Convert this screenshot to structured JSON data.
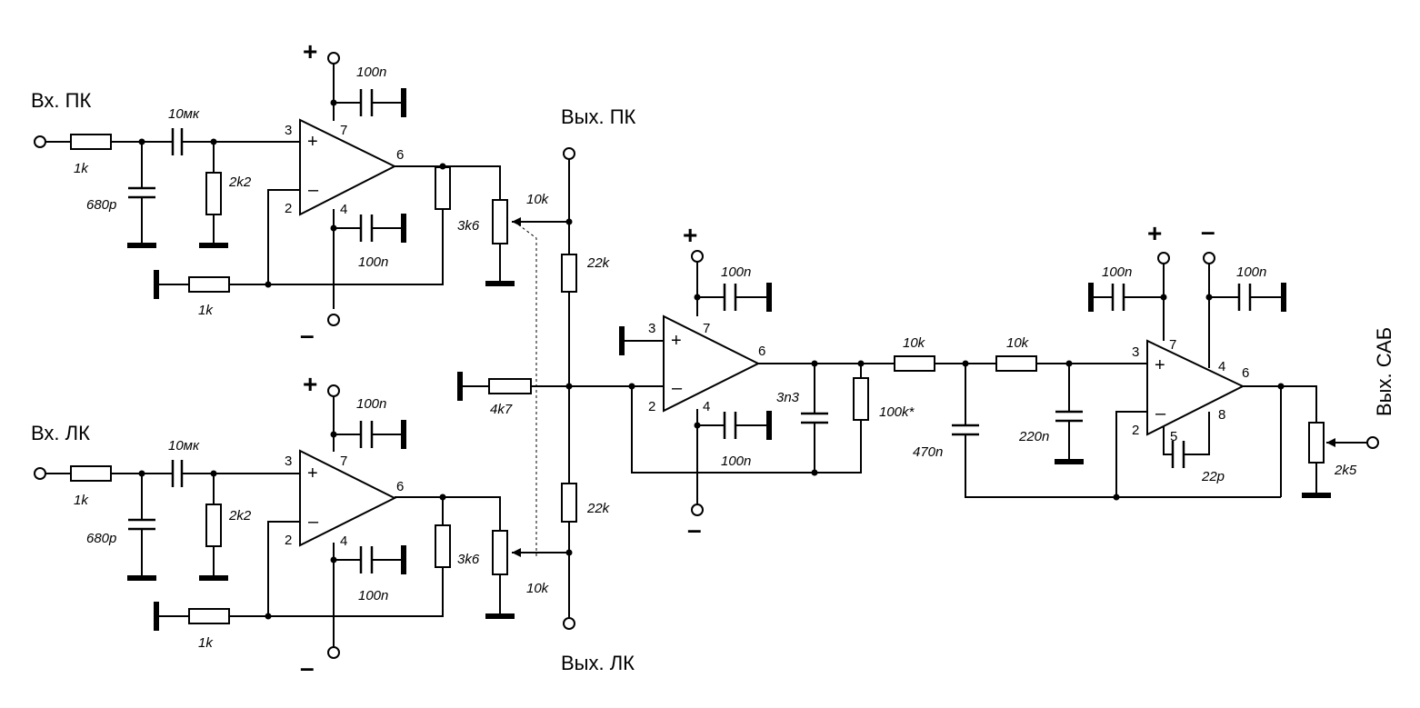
{
  "labels": {
    "in_right": "Вх. ПК",
    "in_left": "Вх. ЛК",
    "out_right": "Вых. ПК",
    "out_left": "Вых. ЛК",
    "out_sub": "Вых. САБ"
  },
  "power": {
    "plus": "+",
    "minus": "–"
  },
  "opamp": {
    "in_plus": "+",
    "in_minus": "–"
  },
  "pins": {
    "p2": "2",
    "p3": "3",
    "p4": "4",
    "p5": "5",
    "p6": "6",
    "p7": "7",
    "p8": "8"
  },
  "values": {
    "r1k": "1k",
    "c10mk": "10мк",
    "c680p": "680p",
    "r2k2": "2k2",
    "c100n": "100n",
    "r3k6": "3k6",
    "r10k": "10k",
    "r22k": "22k",
    "r4k7": "4k7",
    "c3n3": "3n3",
    "r100k": "100k*",
    "c470n": "470n",
    "c220n": "220n",
    "c22p": "22p",
    "r2k5": "2k5"
  }
}
